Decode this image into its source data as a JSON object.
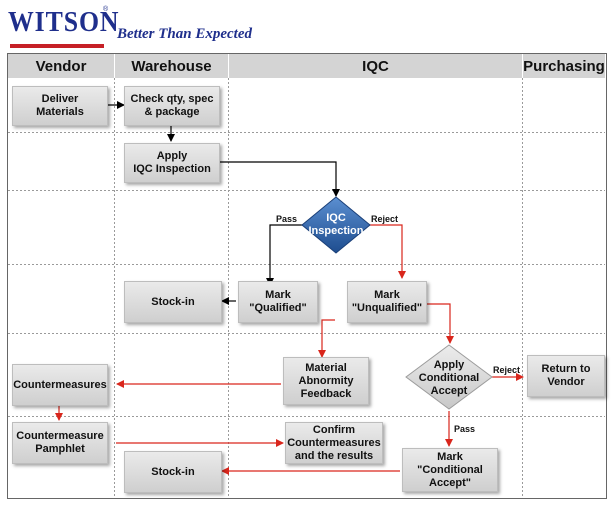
{
  "brand": {
    "logo_text": "WITSON",
    "tagline": "Better Than Expected"
  },
  "lanes": [
    "Vendor",
    "Warehouse",
    "IQC",
    "Purchasing"
  ],
  "nodes": {
    "deliver": "Deliver\nMaterials",
    "check": "Check qty, spec\n& package",
    "apply_iqc": "Apply\nIQC Inspection",
    "iqc_inspection": "IQC\nInspection",
    "stock_in_1": "Stock-in",
    "mark_qualified": "Mark\n\"Qualified\"",
    "mark_unqualified": "Mark\n\"Unqualified\"",
    "countermeasures": "Countermeasures",
    "material_feedback": "Material\nAbnormity\nFeedback",
    "apply_conditional": "Apply\nConditional\nAccept",
    "return_vendor": "Return to\nVendor",
    "pamphlet": "Countermeasure\nPamphlet",
    "confirm": "Confirm\nCountermeasures\nand the results",
    "mark_conditional": "Mark\n\"Conditional\nAccept\"",
    "stock_in_2": "Stock-in"
  },
  "edge_labels": {
    "pass_1": "Pass",
    "reject_1": "Reject",
    "reject_2": "Reject",
    "pass_2": "Pass"
  },
  "colors": {
    "brand_blue": "#1f2f8c",
    "brand_red": "#c62026",
    "black_arrow": "#000000",
    "red_arrow": "#d9261c",
    "diamond_blue": "#2f64a8"
  }
}
